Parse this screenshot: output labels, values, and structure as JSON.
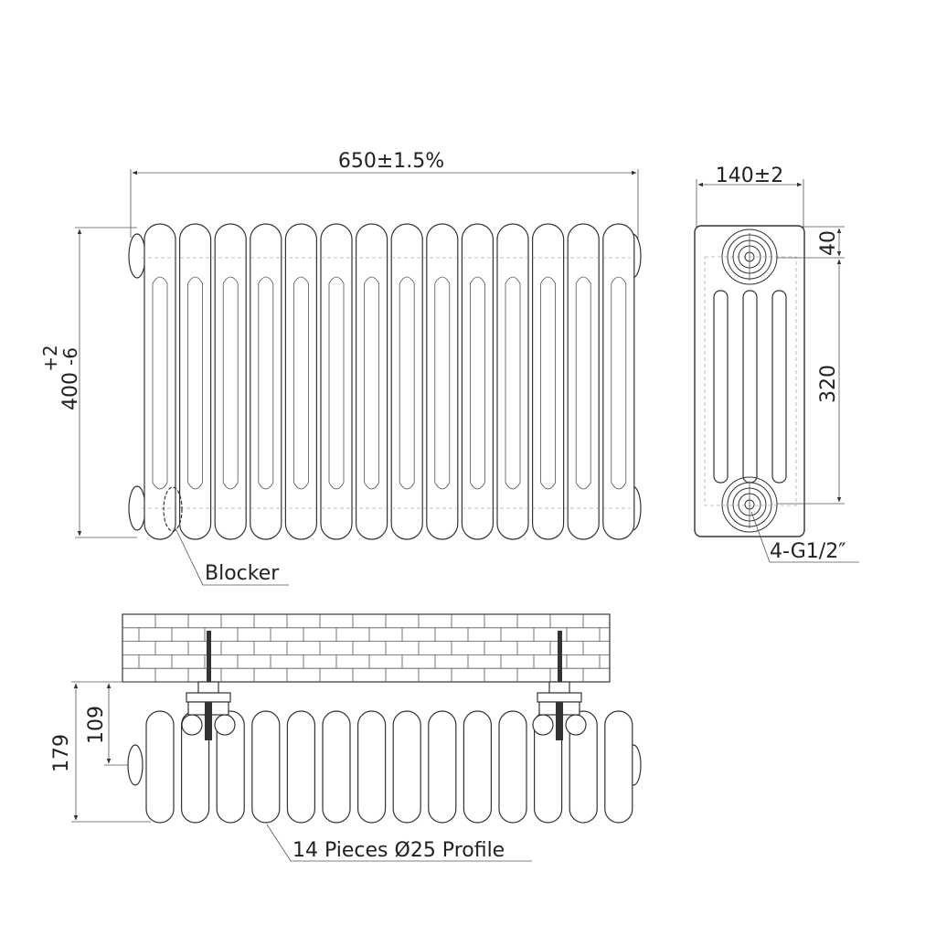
{
  "front_view": {
    "width_label": "650±1.5%",
    "height_label": "400",
    "height_tol_upper": "+2",
    "height_tol_lower": "-6",
    "blocker_label": "Blocker"
  },
  "side_view": {
    "depth_label": "140±2",
    "top_offset_label": "40",
    "pipe_spacing_label": "320",
    "connection_label": "4-G1/2″"
  },
  "top_view": {
    "projection_label": "179",
    "bracket_label": "109",
    "profile_label": "14 Pieces Ø25 Profile"
  }
}
